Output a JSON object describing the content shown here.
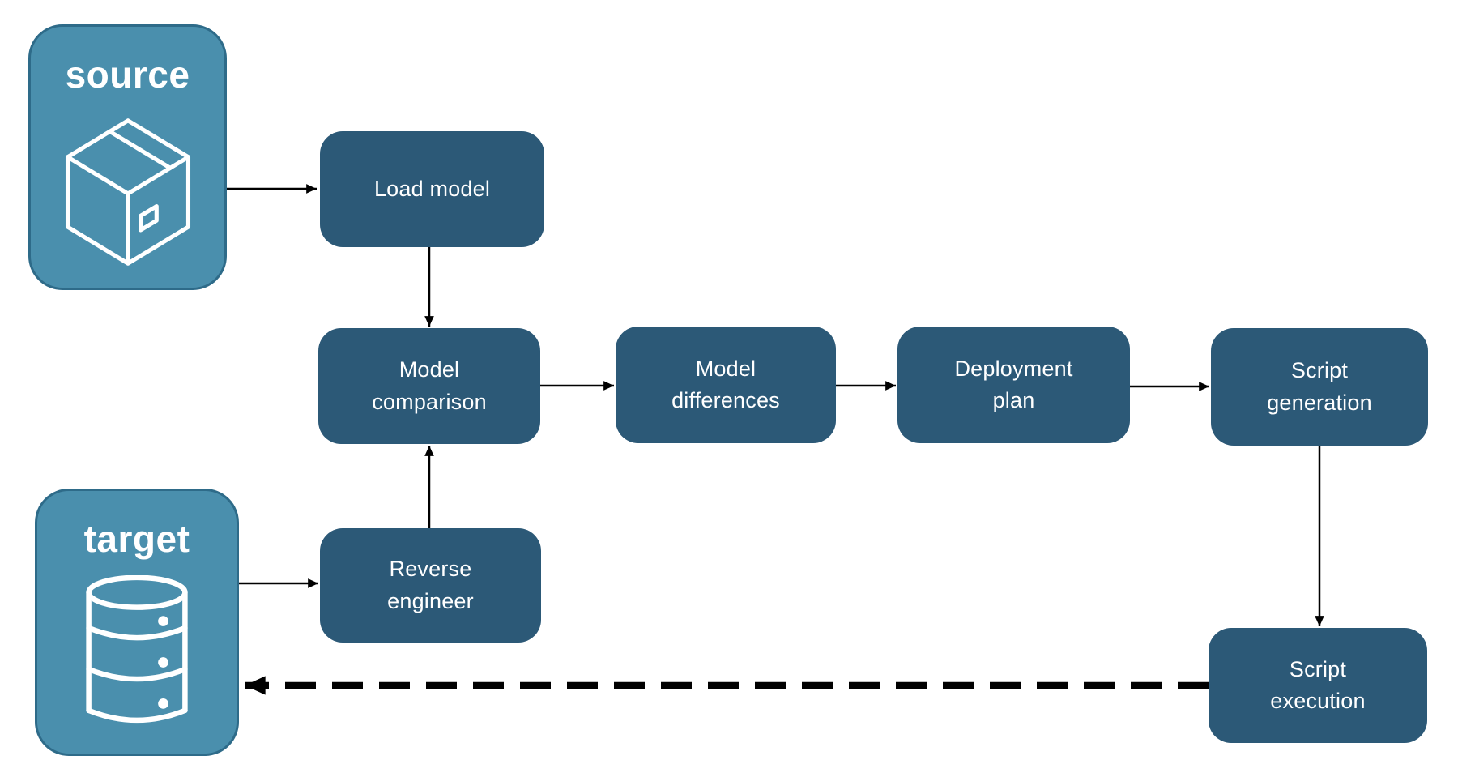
{
  "diagram": {
    "source": {
      "label": "source",
      "icon": "package-box-icon"
    },
    "target": {
      "label": "target",
      "icon": "database-icon"
    },
    "nodes": {
      "load_model": "Load model",
      "model_comparison": "Model\ncomparison",
      "model_differences": "Model\ndifferences",
      "deployment_plan": "Deployment\nplan",
      "script_generation": "Script\ngeneration",
      "reverse_engineer": "Reverse\nengineer",
      "script_execution": "Script\nexecution"
    },
    "edges": [
      {
        "from": "source",
        "to": "load_model",
        "style": "solid"
      },
      {
        "from": "load_model",
        "to": "model_comparison",
        "style": "solid"
      },
      {
        "from": "model_comparison",
        "to": "model_differences",
        "style": "solid"
      },
      {
        "from": "model_differences",
        "to": "deployment_plan",
        "style": "solid"
      },
      {
        "from": "deployment_plan",
        "to": "script_generation",
        "style": "solid"
      },
      {
        "from": "script_generation",
        "to": "script_execution",
        "style": "solid"
      },
      {
        "from": "target",
        "to": "reverse_engineer",
        "style": "solid"
      },
      {
        "from": "reverse_engineer",
        "to": "model_comparison",
        "style": "solid"
      },
      {
        "from": "script_execution",
        "to": "target",
        "style": "dashed"
      }
    ],
    "colors": {
      "entity_fill": "#4A8FAD",
      "entity_border": "#2E6B89",
      "node_fill": "#2C5977",
      "label_text": "#FFFFFF",
      "arrow": "#000000",
      "background": "#FFFFFF"
    }
  }
}
